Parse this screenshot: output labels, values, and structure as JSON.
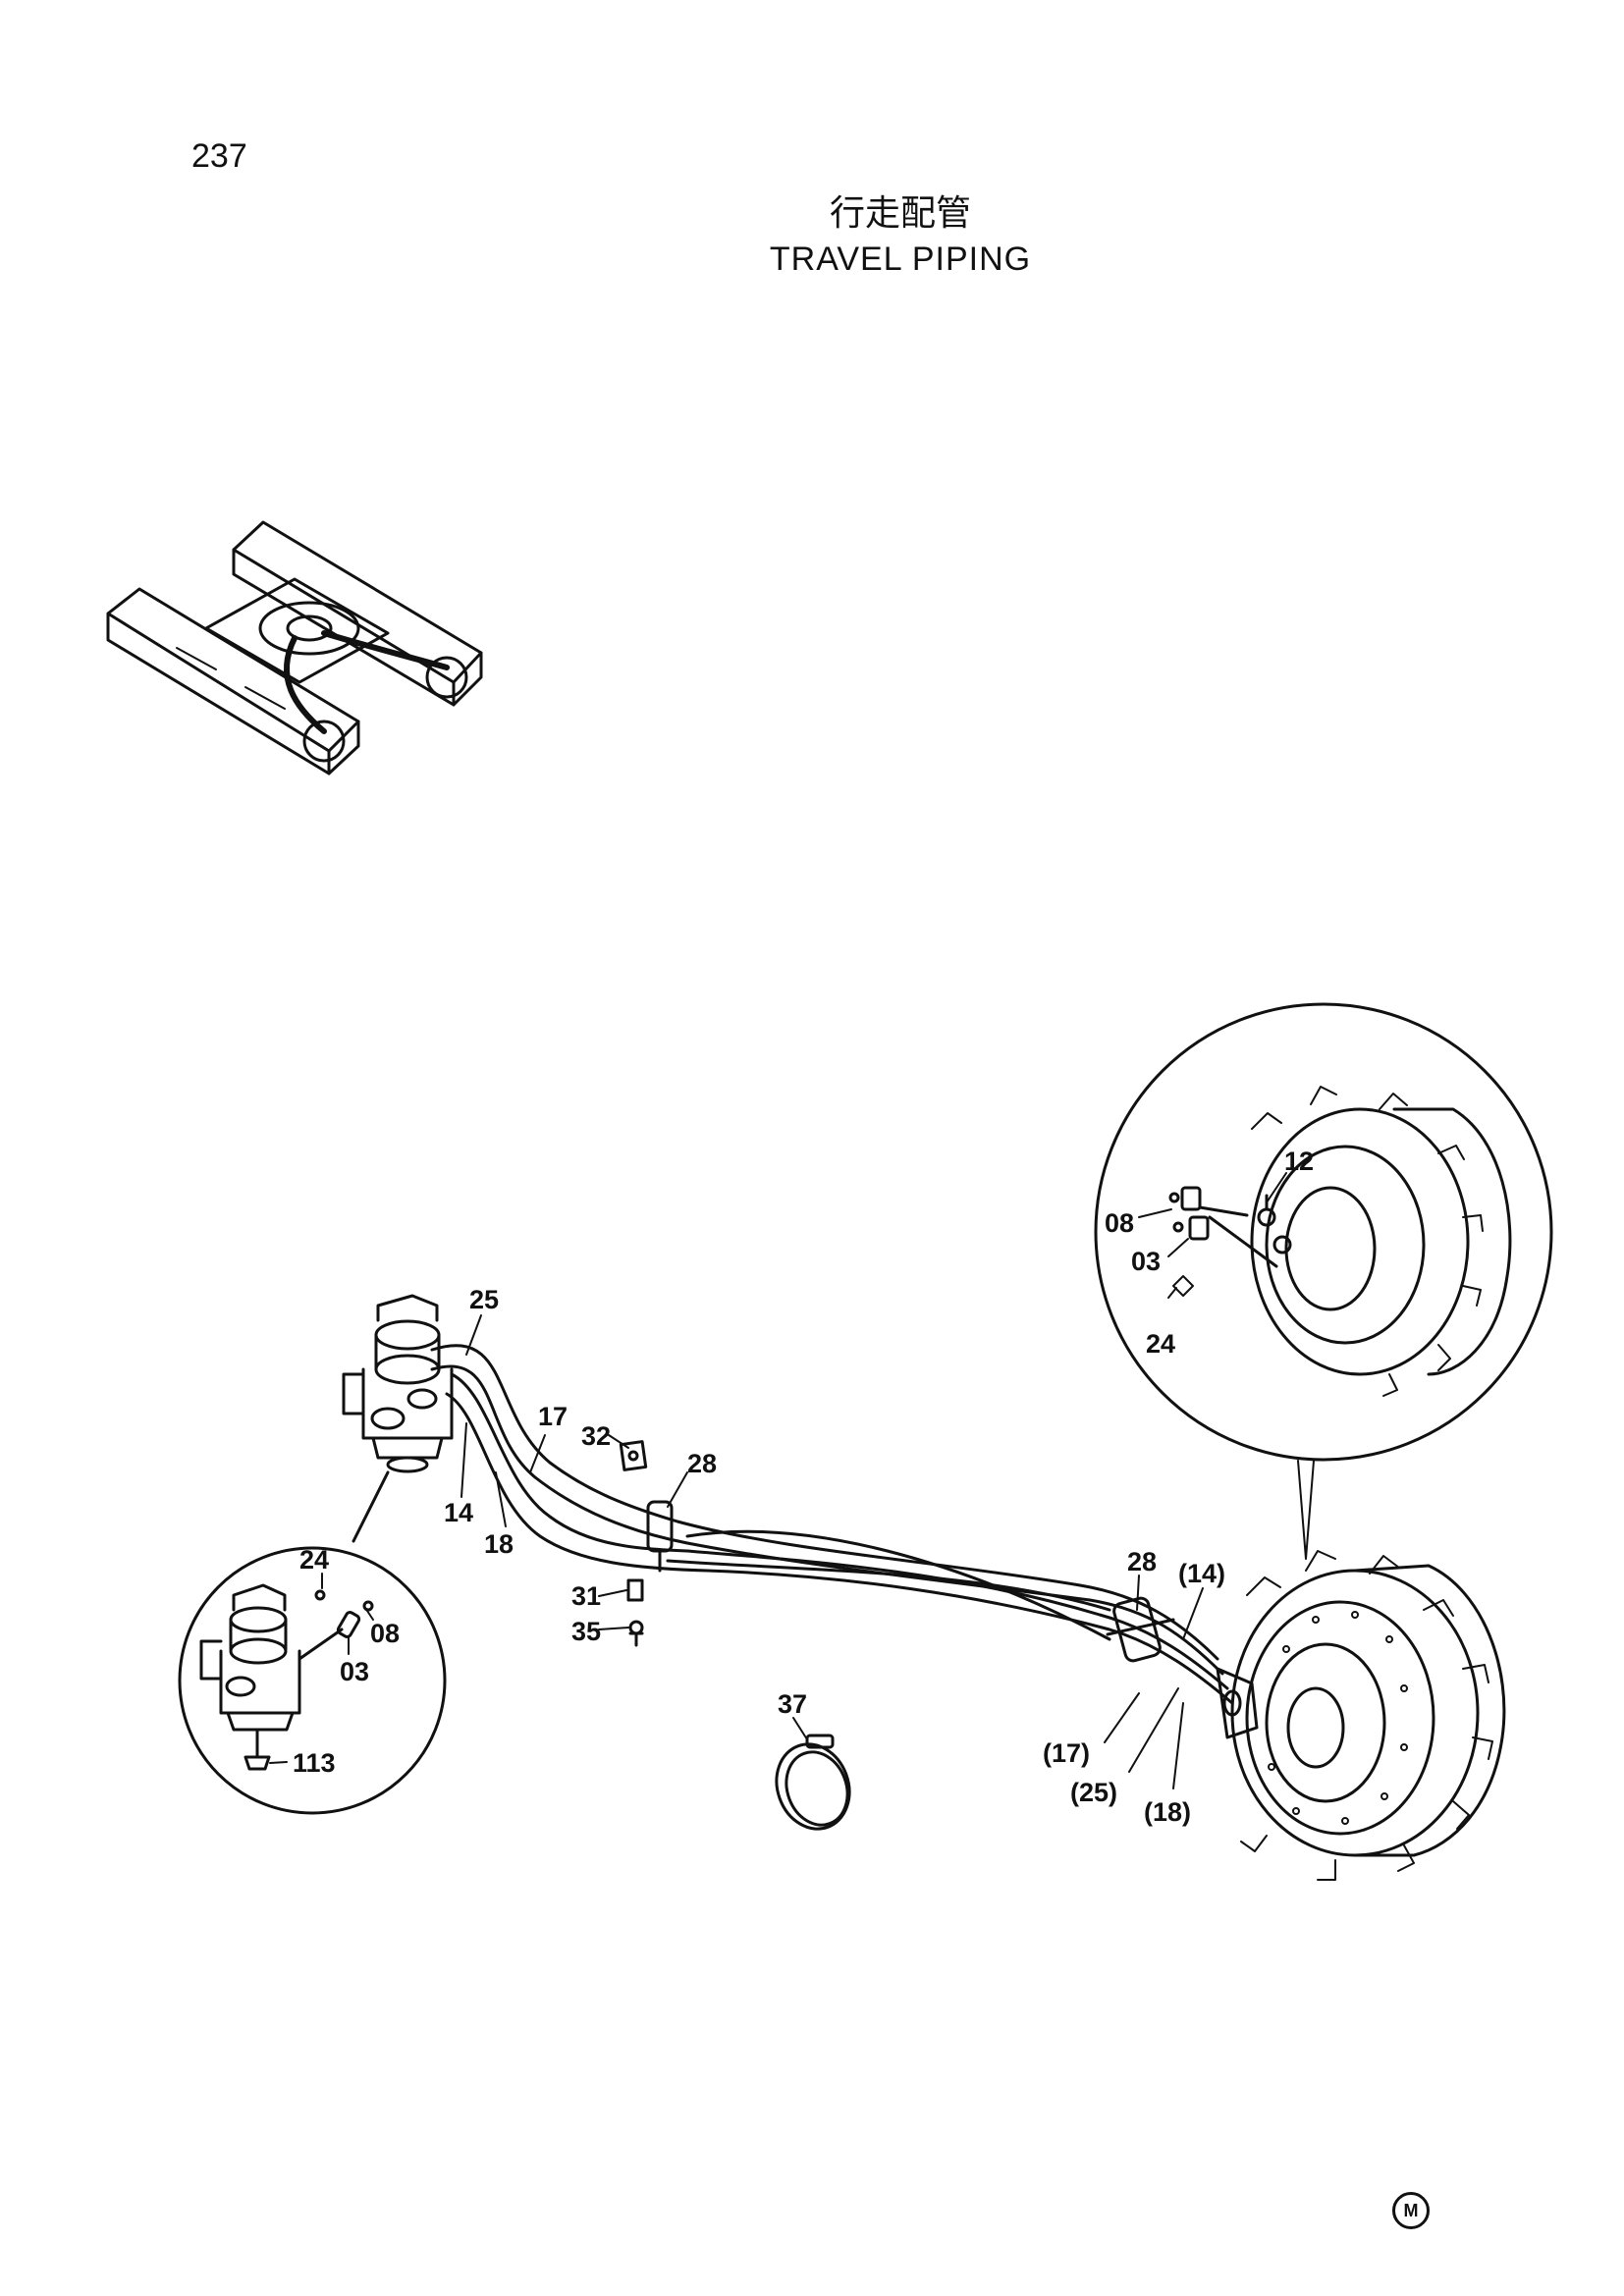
{
  "page_number": "237",
  "title_ja": "行走配管",
  "title_en": "TRAVEL PIPING",
  "callouts": {
    "c25": "25",
    "c17": "17",
    "c32": "32",
    "c28a": "28",
    "c14": "14",
    "c18": "18",
    "c31": "31",
    "c35": "35",
    "c37": "37",
    "c28b": "28",
    "c14p": "(14)",
    "c17p": "(17)",
    "c25p": "(25)",
    "c18p": "(18)",
    "c12": "12",
    "c08r": "08",
    "c03r": "03",
    "c24r": "24",
    "c24l": "24",
    "c08l": "08",
    "c03l": "03",
    "c113": "113"
  },
  "corner_mark": "M"
}
